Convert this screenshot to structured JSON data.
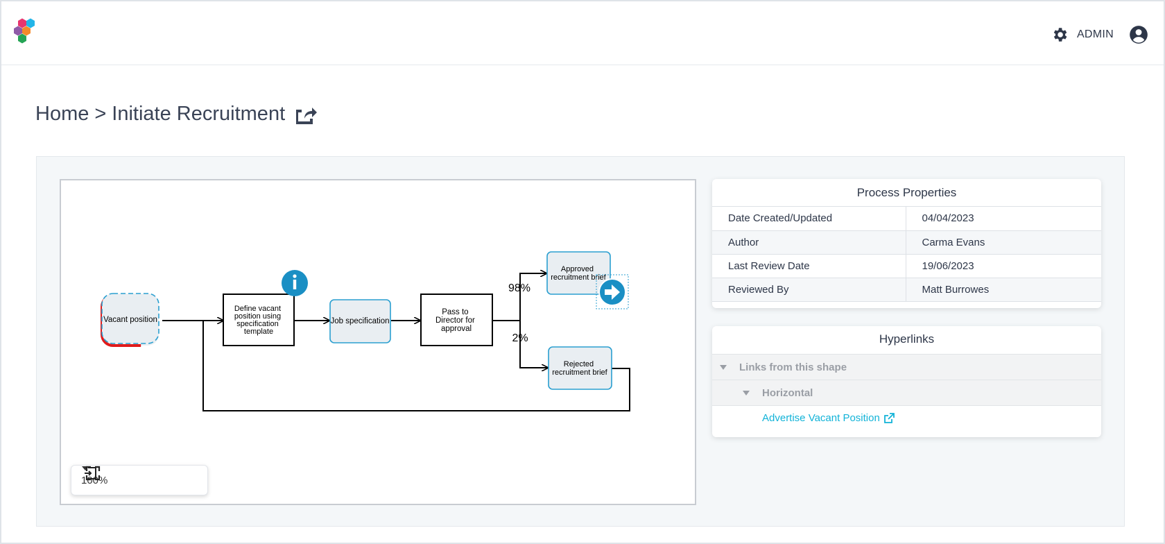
{
  "header": {
    "user_label": "ADMIN"
  },
  "icons": {
    "logo": "hexagon-cluster-logo",
    "settings": "gear-icon",
    "user": "user-circle-icon",
    "share": "share-icon",
    "info": "info-icon",
    "navigate": "arrow-right-circle-icon",
    "fullscreen": "fullscreen-icon",
    "fit": "fit-to-screen-icon",
    "external": "external-link-icon"
  },
  "breadcrumb": {
    "home": "Home",
    "separator": ">",
    "current": "Initiate Recruitment"
  },
  "diagram": {
    "nodes": {
      "vacant": "Vacant position",
      "define": [
        "Define vacant",
        "position using",
        "specification",
        "template"
      ],
      "jobspec": "Job specification",
      "pass": [
        "Pass to",
        "Director for",
        "approval"
      ],
      "approved": [
        "Approved",
        "recruitment brief"
      ],
      "rejected": [
        "Rejected",
        "recruitment brief"
      ]
    },
    "edge_labels": {
      "approved_pct": "98%",
      "rejected_pct": "2%"
    }
  },
  "zoom": {
    "value": "100%"
  },
  "properties": {
    "title": "Process Properties",
    "rows": [
      {
        "label": "Date Created/Updated",
        "value": "04/04/2023"
      },
      {
        "label": "Author",
        "value": "Carma Evans"
      },
      {
        "label": "Last Review Date",
        "value": "19/06/2023"
      },
      {
        "label": "Reviewed By",
        "value": "Matt Burrowes"
      }
    ]
  },
  "hyperlinks": {
    "title": "Hyperlinks",
    "group": "Links from this shape",
    "subgroup": "Horizontal",
    "link": "Advertise Vacant Position"
  },
  "colors": {
    "accent": "#12b3d8",
    "info_badge": "#1a8fc4",
    "node_fill": "#e8eef2",
    "node_stroke_blue": "#2a9fd0",
    "start_bottom": "#e01b1b"
  }
}
